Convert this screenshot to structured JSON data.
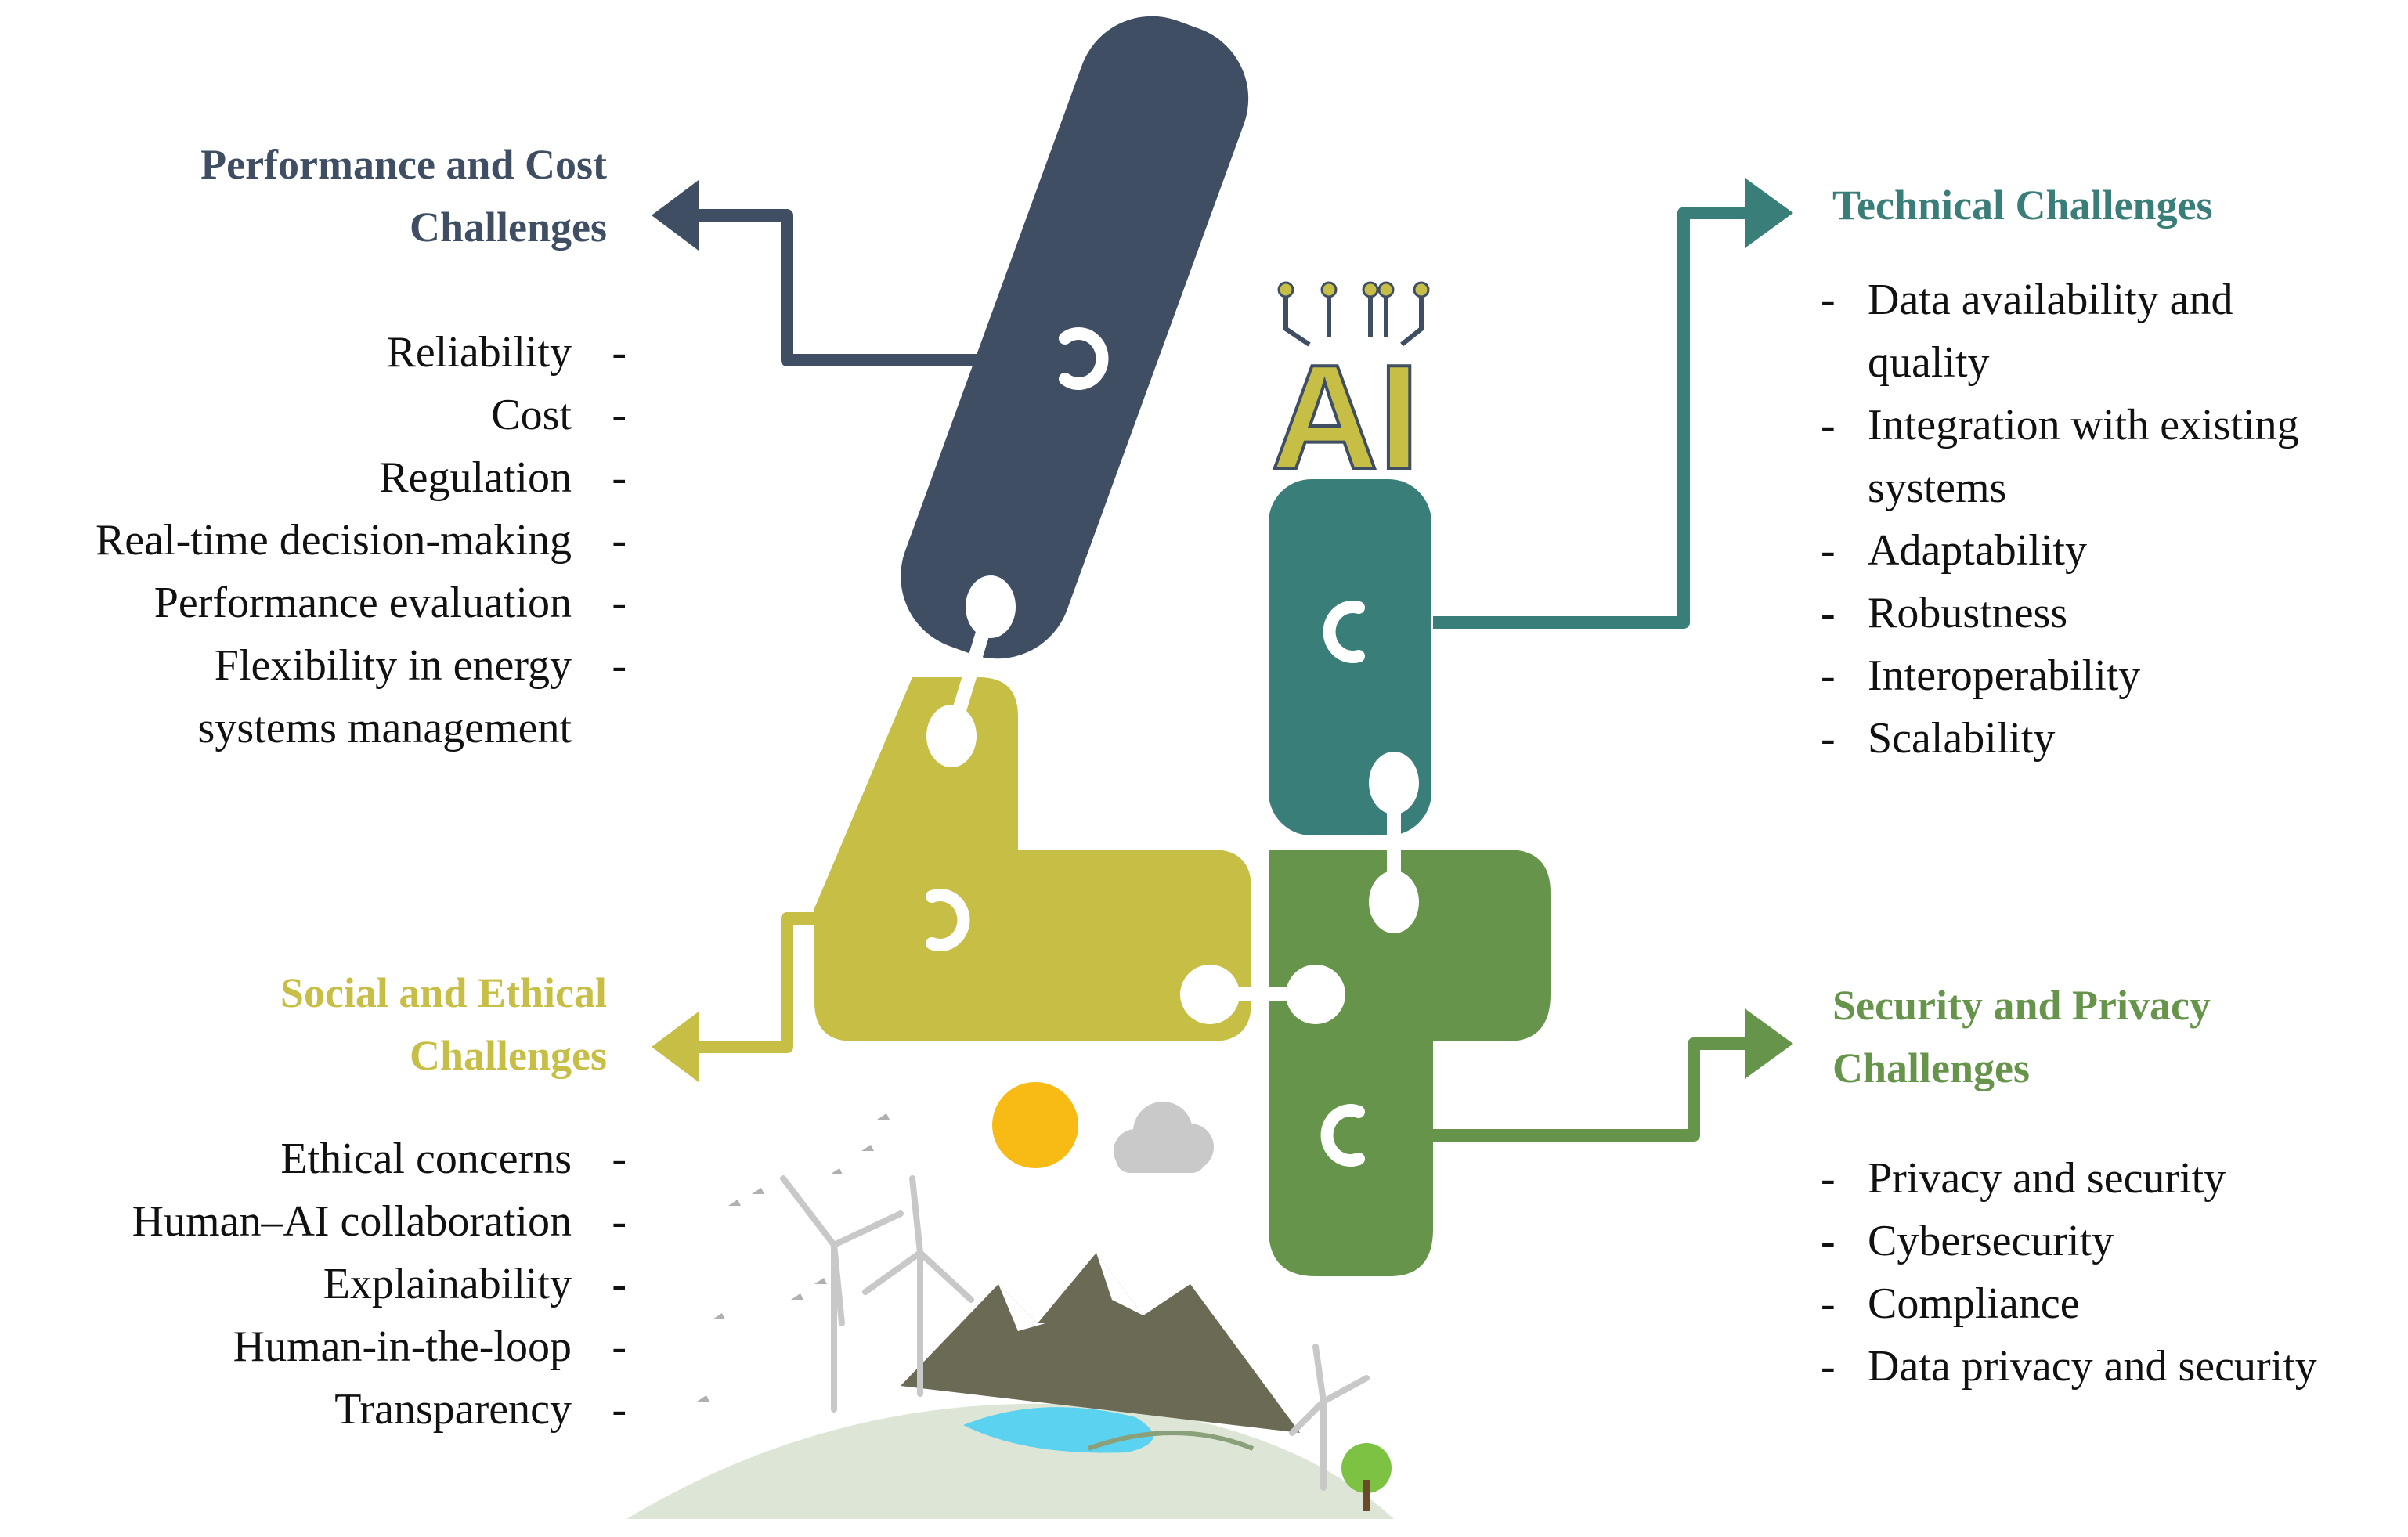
{
  "colors": {
    "performance": "#3f4e63",
    "technical": "#3a7e7a",
    "social": "#c6be45",
    "security": "#66944a",
    "sun": "#f8bb16",
    "water": "#5ad2f0"
  },
  "ai_logo": {
    "text": "AI"
  },
  "performance": {
    "title_line1": "Performance and Cost",
    "title_line2": "Challenges",
    "items": [
      "Reliability",
      "Cost",
      "Regulation",
      "Real-time  decision-making",
      "Performance evaluation",
      "Flexibility in energy",
      "systems management"
    ]
  },
  "technical": {
    "title": "Technical Challenges",
    "items": [
      "Data availability and",
      "quality",
      "Integration with existing",
      "systems",
      "Adaptability",
      "Robustness",
      "Interoperability",
      "Scalability"
    ]
  },
  "social": {
    "title_line1": "Social and Ethical",
    "title_line2": "Challenges",
    "items": [
      "Ethical concerns",
      "Human–AI collaboration",
      "Explainability",
      "Human-in-the-loop",
      "Transparency"
    ]
  },
  "security": {
    "title_line1": "Security and Privacy",
    "title_line2": "Challenges",
    "items": [
      "Privacy and security",
      "Cybersecurity",
      "Compliance",
      "Data privacy and security"
    ]
  }
}
